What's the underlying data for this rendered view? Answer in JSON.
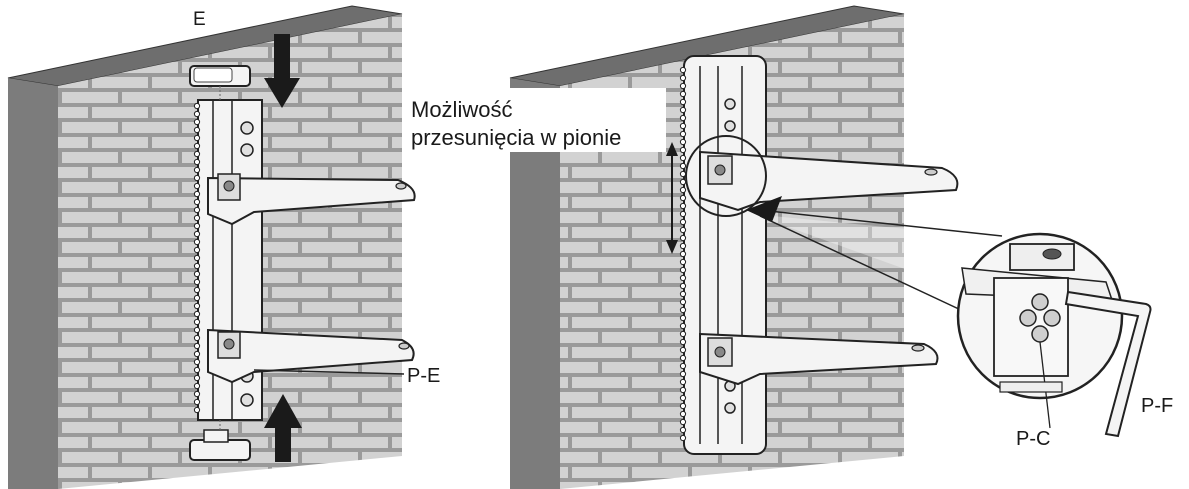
{
  "labels": {
    "part_e": "E",
    "part_pe": "P-E",
    "part_pc": "P-C",
    "part_pf": "P-F",
    "vertical_shift_line1": "Możliwość",
    "vertical_shift_line2": "przesunięcia w pionie"
  },
  "colors": {
    "wall_face": "#9a9a9a",
    "wall_top": "#6e6e6e",
    "brick": "#d2d2d2",
    "mortar": "#9a9a9a",
    "metal": "#f4f4f4",
    "outline": "#222222",
    "arrow": "#1a1a1a"
  }
}
